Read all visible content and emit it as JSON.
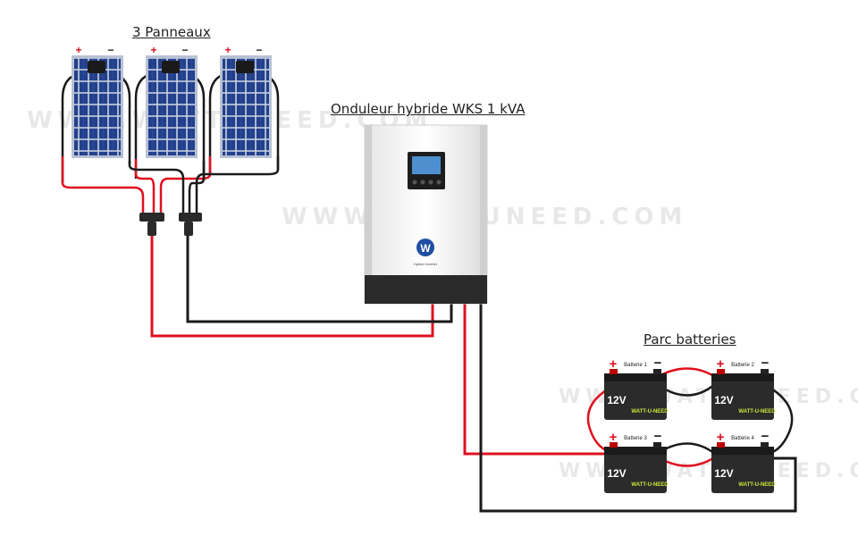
{
  "labels": {
    "panels_title": "3 Panneaux",
    "inverter_title": "Onduleur hybride WKS 1 kVA",
    "battery_bank_title": "Parc batteries"
  },
  "panels": [
    {
      "plus": "+",
      "minus": "−"
    },
    {
      "plus": "+",
      "minus": "−"
    },
    {
      "plus": "+",
      "minus": "−"
    }
  ],
  "inverter": {
    "logo_letter": "W",
    "logo_caption": "Hybrid Inverter"
  },
  "batteries": [
    {
      "name": "Batterie 1",
      "voltage": "12V",
      "brand": "WATT-U-NEED",
      "plus": "+",
      "minus": "−"
    },
    {
      "name": "Batterie 2",
      "voltage": "12V",
      "brand": "WATT-U-NEED",
      "plus": "+",
      "minus": "−"
    },
    {
      "name": "Batterie 3",
      "voltage": "12V",
      "brand": "WATT-U-NEED",
      "plus": "+",
      "minus": "−"
    },
    {
      "name": "Batterie 4",
      "voltage": "12V",
      "brand": "WATT-U-NEED",
      "plus": "+",
      "minus": "−"
    }
  ],
  "watermark": "WWW.WATTUNEED.COM",
  "colors": {
    "positive_wire": "#e01020",
    "negative_wire": "#1a1a1a",
    "panel_cell": "#23408c",
    "battery_body": "#2b2b2b",
    "inverter_body": "#f4f4f4",
    "inverter_base": "#2a2a2a"
  }
}
